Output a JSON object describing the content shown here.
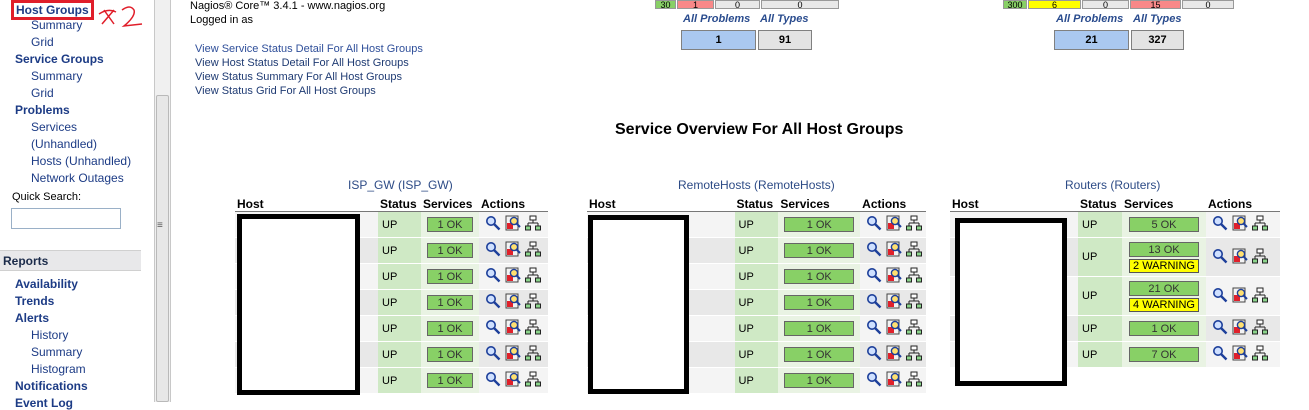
{
  "sidebar": {
    "host_groups": "Host Groups",
    "hg_summary": "Summary",
    "hg_grid": "Grid",
    "service_groups": "Service Groups",
    "sg_summary": "Summary",
    "sg_grid": "Grid",
    "problems": "Problems",
    "services": "Services",
    "services_unhandled": "(Unhandled)",
    "hosts": "Hosts",
    "hosts_unhandled": "(Unhandled)",
    "network_outages": "Network Outages",
    "quick_search_label": "Quick Search:",
    "quick_search_value": "",
    "reports": "Reports",
    "availability": "Availability",
    "trends": "Trends",
    "alerts": "Alerts",
    "alerts_history": "History",
    "alerts_summary": "Summary",
    "alerts_histogram": "Histogram",
    "notifications": "Notifications",
    "event_log": "Event Log",
    "annotation": "x2",
    "scroll_grip": "≡"
  },
  "header": {
    "version": "Nagios® Core™ 3.4.1 - www.nagios.org",
    "logged_in": "Logged in as",
    "links": [
      "View Service Status Detail For All Host Groups",
      "View Host Status Detail For All Host Groups",
      "View Status Summary For All Host Groups",
      "View Status Grid For All Host Groups"
    ]
  },
  "host_totals": {
    "top_cells": [
      "30",
      "1",
      "0",
      "0"
    ],
    "all_problems_label": "All Problems",
    "all_types_label": "All Types",
    "all_problems": "1",
    "all_types": "91"
  },
  "service_totals": {
    "top_cells": [
      "300",
      "6",
      "0",
      "15",
      "0"
    ],
    "all_problems_label": "All Problems",
    "all_types_label": "All Types",
    "all_problems": "21",
    "all_types": "327"
  },
  "page_title": "Service Overview For All Host Groups",
  "columns": {
    "host": "Host",
    "status": "Status",
    "services": "Services",
    "actions": "Actions"
  },
  "groups": [
    {
      "name": "ISP_GW",
      "alias": "(ISP_GW)",
      "rows": [
        {
          "status": "UP",
          "ok": "1 OK"
        },
        {
          "status": "UP",
          "ok": "1 OK"
        },
        {
          "status": "UP",
          "ok": "1 OK"
        },
        {
          "status": "UP",
          "ok": "1 OK"
        },
        {
          "status": "UP",
          "ok": "1 OK"
        },
        {
          "status": "UP",
          "ok": "1 OK"
        },
        {
          "status": "UP",
          "ok": "1 OK"
        }
      ]
    },
    {
      "name": "RemoteHosts",
      "alias": "(RemoteHosts)",
      "rows": [
        {
          "status": "UP",
          "ok": "1 OK"
        },
        {
          "status": "UP",
          "ok": "1 OK"
        },
        {
          "status": "UP",
          "ok": "1 OK"
        },
        {
          "status": "UP",
          "ok": "1 OK"
        },
        {
          "status": "UP",
          "ok": "1 OK"
        },
        {
          "status": "UP",
          "ok": "1 OK"
        },
        {
          "status": "UP",
          "ok": "1 OK"
        }
      ]
    },
    {
      "name": "Routers",
      "alias": "(Routers)",
      "rows": [
        {
          "status": "UP",
          "ok": "5 OK"
        },
        {
          "status": "UP",
          "ok": "13 OK",
          "warning": "2 WARNING"
        },
        {
          "status": "UP",
          "ok": "21 OK",
          "warning": "4 WARNING"
        },
        {
          "status": "UP",
          "ok": "1 OK"
        },
        {
          "status": "UP",
          "ok": "7 OK"
        }
      ]
    }
  ],
  "icons": {
    "service_detail": "magnifier-icon",
    "statusmap": "status-map-icon",
    "host_tree": "network-tree-icon"
  },
  "colors": {
    "ok": "#88d066",
    "warning": "#ffff00",
    "critical": "#f88888",
    "status_up": "#cfe9c5",
    "link": "#1c3b85",
    "highlight": "#e01e2a"
  }
}
